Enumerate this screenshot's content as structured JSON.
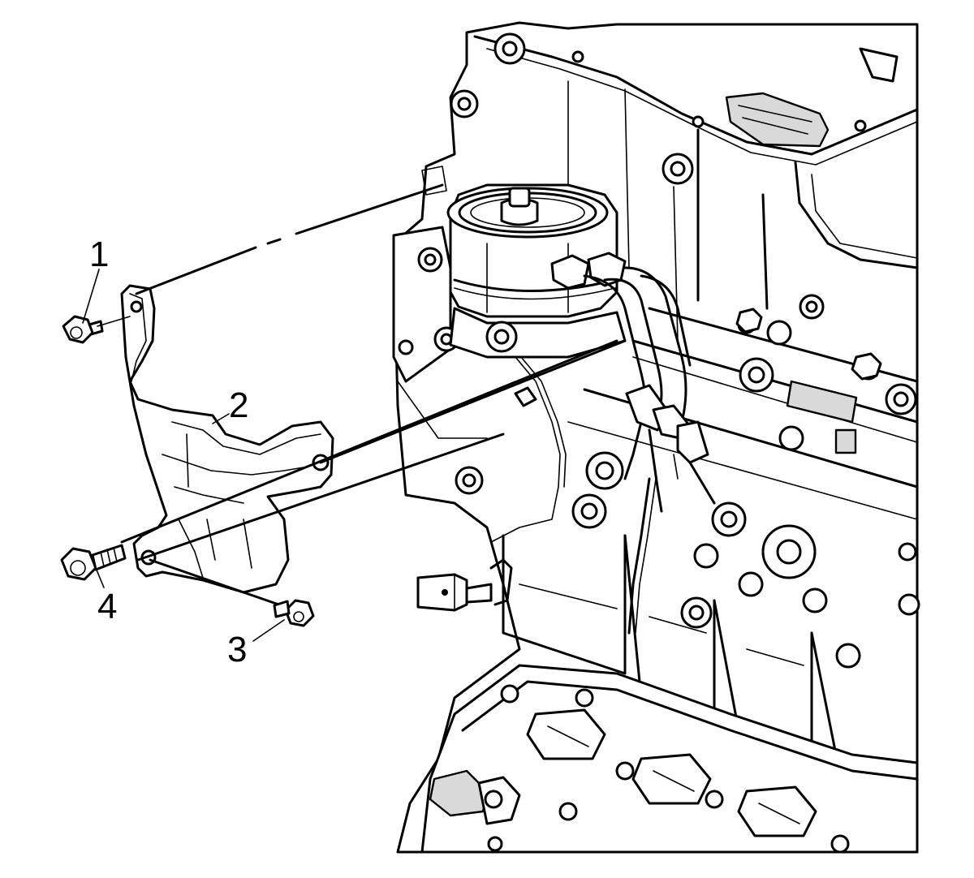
{
  "callouts": [
    {
      "id": "1",
      "text": "1"
    },
    {
      "id": "2",
      "text": "2"
    },
    {
      "id": "3",
      "text": "3"
    },
    {
      "id": "4",
      "text": "4"
    }
  ],
  "colors": {
    "line": "#000000",
    "background": "#ffffff",
    "shade": "#d9d9d9"
  }
}
